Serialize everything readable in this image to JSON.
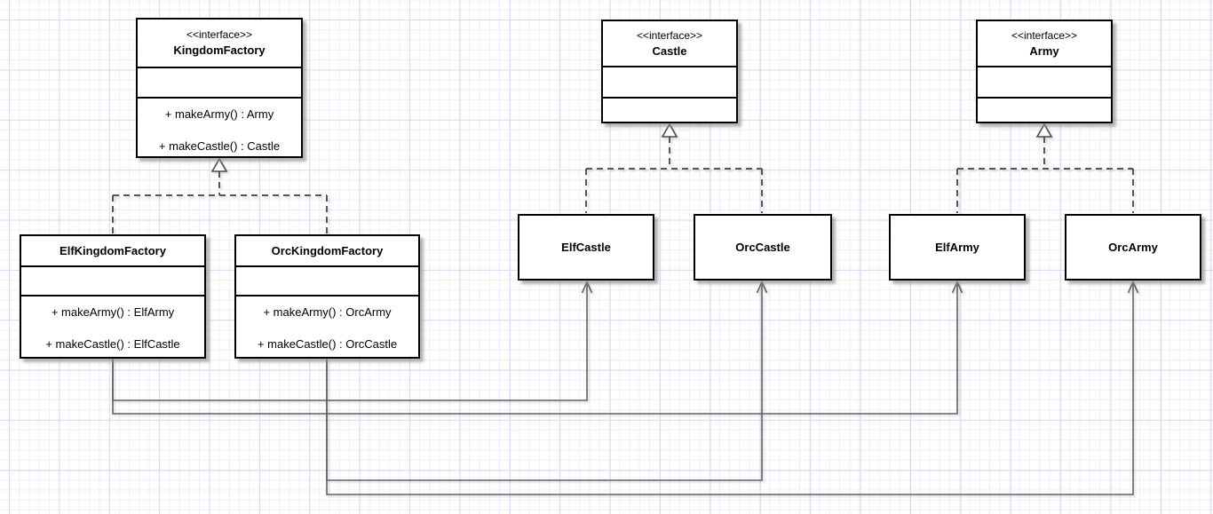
{
  "diagram": {
    "kind": "uml-class-diagram",
    "pattern": "Abstract Factory",
    "colors": {
      "box_fill": "#ffffff",
      "box_border": "#000000",
      "text": "#000000",
      "solid_connector": "#616161",
      "dashed_connector": "#565656",
      "grid_minor": "#eeeefa",
      "grid_major": "#d9d9f2",
      "shadow": "#8c8c8c"
    },
    "classes": [
      {
        "id": "kingdom-factory",
        "stereotype": "<<interface>>",
        "name": "KingdomFactory",
        "fields": [],
        "methods": [
          "+ makeArmy() : Army",
          "+ makeCastle() : Castle"
        ]
      },
      {
        "id": "castle",
        "stereotype": "<<interface>>",
        "name": "Castle",
        "fields": [],
        "methods": []
      },
      {
        "id": "army",
        "stereotype": "<<interface>>",
        "name": "Army",
        "fields": [],
        "methods": []
      },
      {
        "id": "elf-kingdom-factory",
        "stereotype": "",
        "name": "ElfKingdomFactory",
        "fields": [],
        "methods": [
          "+ makeArmy() : ElfArmy",
          "+ makeCastle() : ElfCastle"
        ]
      },
      {
        "id": "orc-kingdom-factory",
        "stereotype": "",
        "name": "OrcKingdomFactory",
        "fields": [],
        "methods": [
          "+ makeArmy() : OrcArmy",
          "+ makeCastle() : OrcCastle"
        ]
      },
      {
        "id": "elf-castle",
        "stereotype": "",
        "name": "ElfCastle",
        "fields": [],
        "methods": []
      },
      {
        "id": "orc-castle",
        "stereotype": "",
        "name": "OrcCastle",
        "fields": [],
        "methods": []
      },
      {
        "id": "elf-army",
        "stereotype": "",
        "name": "ElfArmy",
        "fields": [],
        "methods": []
      },
      {
        "id": "orc-army",
        "stereotype": "",
        "name": "OrcArmy",
        "fields": [],
        "methods": []
      }
    ],
    "relationships": [
      {
        "type": "realization",
        "from": "ElfKingdomFactory",
        "to": "KingdomFactory",
        "style": "dashed-hollow-triangle"
      },
      {
        "type": "realization",
        "from": "OrcKingdomFactory",
        "to": "KingdomFactory",
        "style": "dashed-hollow-triangle"
      },
      {
        "type": "realization",
        "from": "ElfCastle",
        "to": "Castle",
        "style": "dashed-hollow-triangle"
      },
      {
        "type": "realization",
        "from": "OrcCastle",
        "to": "Castle",
        "style": "dashed-hollow-triangle"
      },
      {
        "type": "realization",
        "from": "ElfArmy",
        "to": "Army",
        "style": "dashed-hollow-triangle"
      },
      {
        "type": "realization",
        "from": "OrcArmy",
        "to": "Army",
        "style": "dashed-hollow-triangle"
      },
      {
        "type": "dependency",
        "from": "ElfKingdomFactory",
        "to": "ElfCastle",
        "style": "solid-open-arrow"
      },
      {
        "type": "dependency",
        "from": "ElfKingdomFactory",
        "to": "ElfArmy",
        "style": "solid-open-arrow"
      },
      {
        "type": "dependency",
        "from": "OrcKingdomFactory",
        "to": "OrcCastle",
        "style": "solid-open-arrow"
      },
      {
        "type": "dependency",
        "from": "OrcKingdomFactory",
        "to": "OrcArmy",
        "style": "solid-open-arrow"
      }
    ]
  }
}
